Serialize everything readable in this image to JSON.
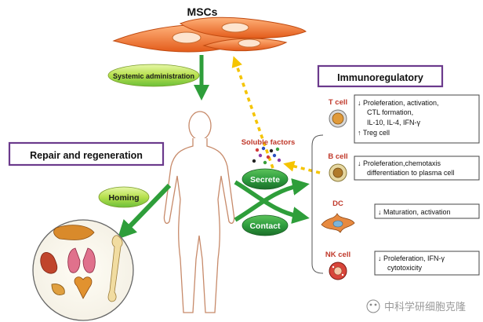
{
  "title": "MSCs",
  "labels": {
    "systemic_administration": "Systemic administration",
    "immunoregulatory": "Immunoregulatory",
    "repair_and_regeneration": "Repair and regeneration",
    "soluble_factors": "Soluble factors",
    "homing": "Homing",
    "secrete": "Secrete",
    "contact": "Contact"
  },
  "cells": [
    {
      "name": "T cell",
      "lines": [
        "↓ Proleferation, activation,",
        "CTL formation,",
        "IL-10, IL-4, IFN-γ",
        "↑ Treg cell"
      ]
    },
    {
      "name": "B cell",
      "lines": [
        "↓ Proleferation,chemotaxis",
        "differentiation to plasma cell"
      ]
    },
    {
      "name": "DC",
      "lines": [
        "↓ Maturation, activation"
      ]
    },
    {
      "name": "NK cell",
      "lines": [
        "↓ Proleferation, IFN-γ",
        "cytotoxicity"
      ]
    }
  ],
  "watermark": "中科学研细胞克隆",
  "colors": {
    "arrow_green": "#2e9e3a",
    "dashed_yellow": "#f5c400",
    "box_purple": "#6b3a8c",
    "msc_orange": "#f08030",
    "pill_green": "#2f8f3f",
    "pill_yellow": "#e8e35a"
  }
}
